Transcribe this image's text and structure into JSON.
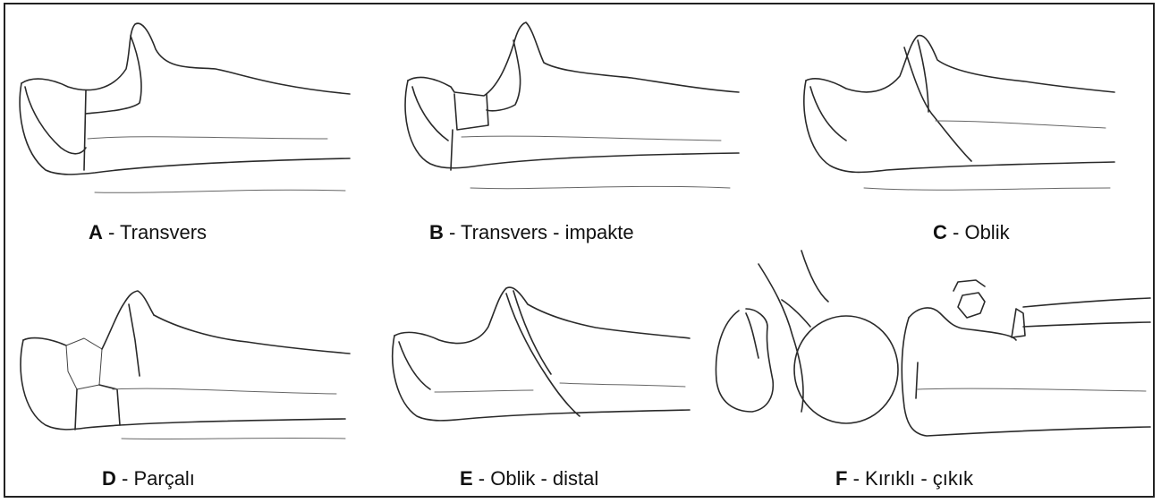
{
  "panels": [
    {
      "letter": "A",
      "separator": " - ",
      "label": "Transvers"
    },
    {
      "letter": "B",
      "separator": " - ",
      "label": "Transvers - impakte"
    },
    {
      "letter": "C",
      "separator": " - ",
      "label": "Oblik"
    },
    {
      "letter": "D",
      "separator": " - ",
      "label": "Parçalı"
    },
    {
      "letter": "E",
      "separator": " - ",
      "label": "Oblik - distal"
    },
    {
      "letter": "F",
      "separator": " - ",
      "label": "Kırıklı - çıkık"
    }
  ]
}
